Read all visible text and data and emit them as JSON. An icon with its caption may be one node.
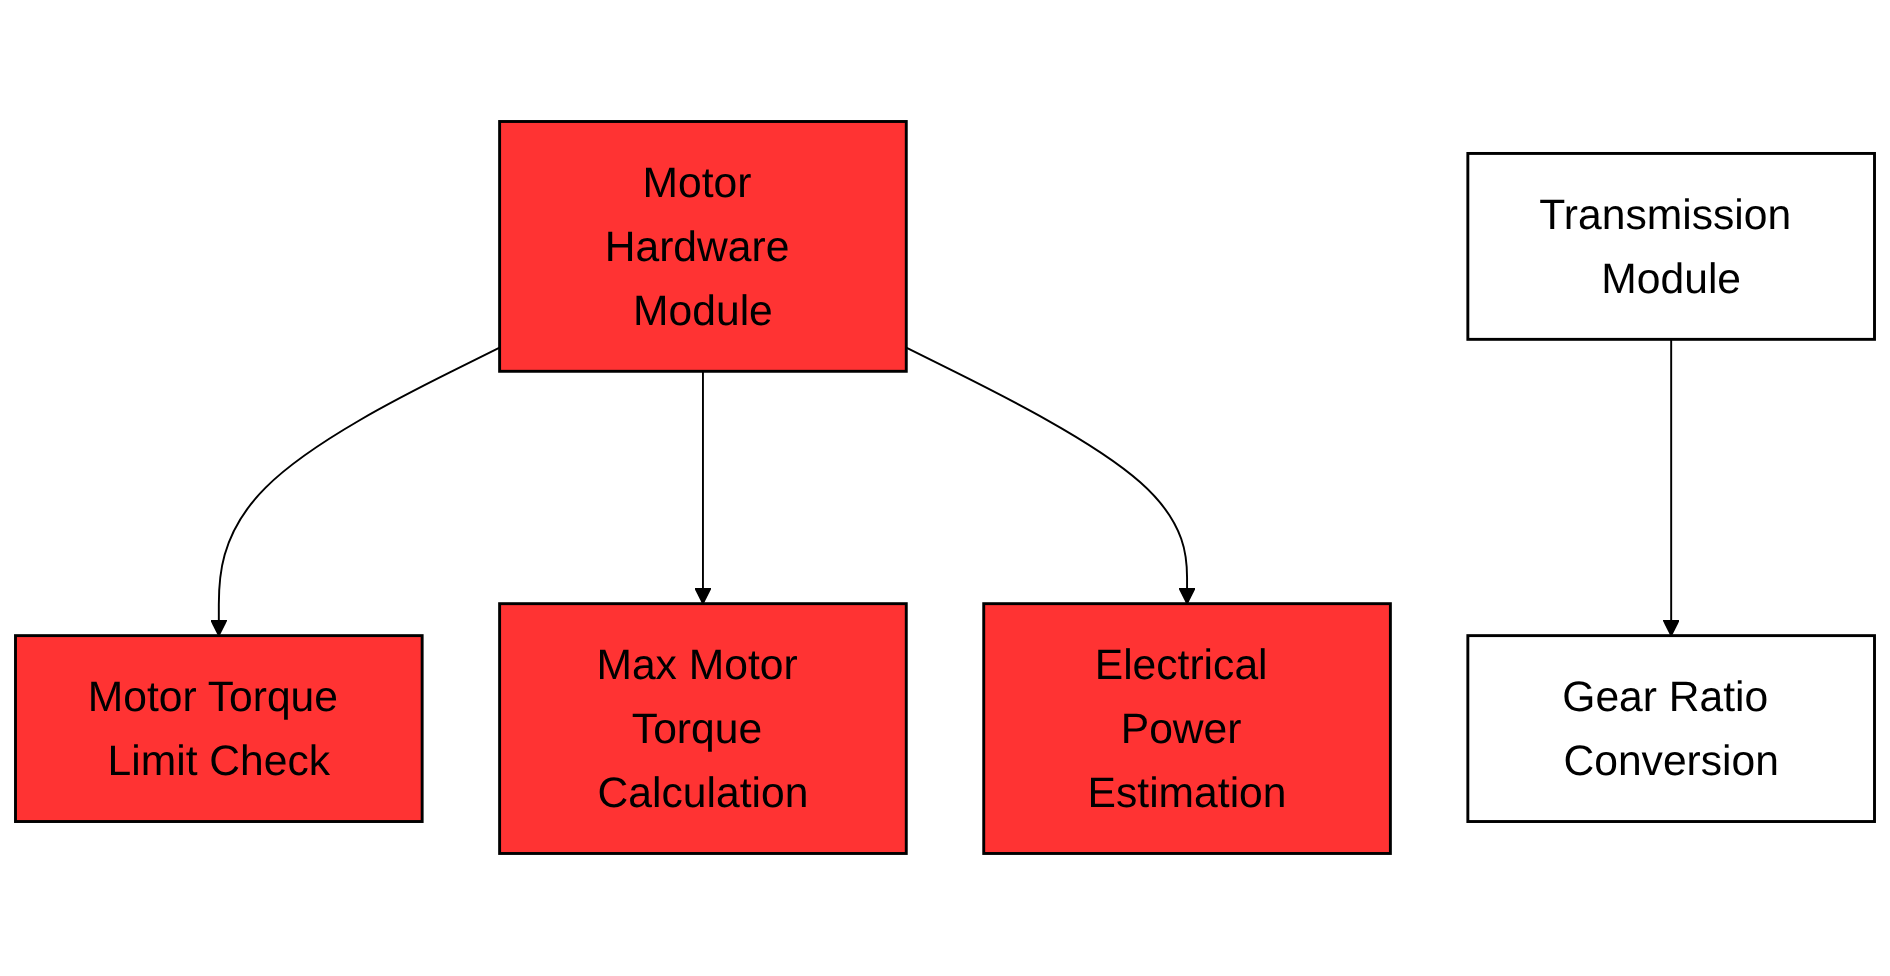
{
  "diagram": {
    "nodes": [
      {
        "text": [
          "Motor Hardware Module"
        ]
      },
      {
        "text": [
          "Transmission Module"
        ]
      },
      {
        "text": [
          "Motor Torque Limit Check"
        ]
      },
      {
        "text": [
          "Max Motor Torque Calculation"
        ]
      },
      {
        "text": [
          "Electrical Power Estimation"
        ]
      },
      {
        "text": [
          "Gear Ratio Conversion"
        ]
      }
    ],
    "edges": [
      {
        "from": 0,
        "to": 2,
        "arrow": "to"
      },
      {
        "from": 0,
        "to": 3,
        "arrow": "to"
      },
      {
        "from": 0,
        "to": 4,
        "arrow": "to"
      },
      {
        "from": 1,
        "to": 5,
        "arrow": "to"
      }
    ]
  }
}
